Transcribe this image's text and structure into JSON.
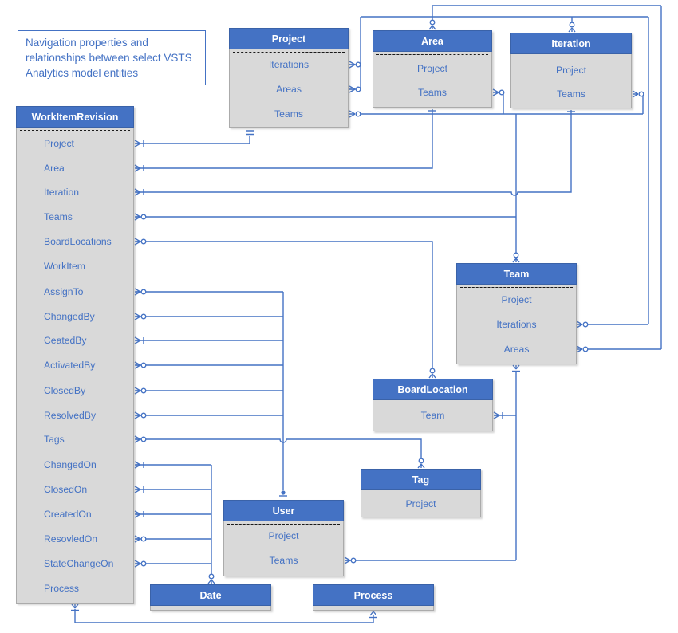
{
  "diagram": {
    "title": "Navigation properties and relationships between select VSTS Analytics model entities"
  },
  "colors": {
    "header_blue": "#4472C4",
    "body_gray": "#D9D9D9",
    "line_blue": "#4472C4",
    "field_text_blue": "#4472C4",
    "separator_black": "#1a1a1a"
  },
  "entities": [
    {
      "id": "workitemrevision",
      "name": "WorkItemRevision",
      "fields": [
        "Project",
        "Area",
        "Iteration",
        "Teams",
        "BoardLocations",
        "WorkItem",
        "AssignTo",
        "ChangedBy",
        "CeatedBy",
        "ActivatedBy",
        "ClosedBy",
        "ResolvedBy",
        "Tags",
        "ChangedOn",
        "ClosedOn",
        "CreatedOn",
        "ResovledOn",
        "StateChangeOn",
        "Process"
      ]
    },
    {
      "id": "project",
      "name": "Project",
      "fields": [
        "Iterations",
        "Areas",
        "Teams"
      ]
    },
    {
      "id": "area",
      "name": "Area",
      "fields": [
        "Project",
        "Teams"
      ]
    },
    {
      "id": "iteration",
      "name": "Iteration",
      "fields": [
        "Project",
        "Teams"
      ]
    },
    {
      "id": "team",
      "name": "Team",
      "fields": [
        "Project",
        "Iterations",
        "Areas"
      ]
    },
    {
      "id": "boardlocation",
      "name": "BoardLocation",
      "fields": [
        "Team"
      ]
    },
    {
      "id": "tag",
      "name": "Tag",
      "fields": [
        "Project"
      ]
    },
    {
      "id": "user",
      "name": "User",
      "fields": [
        "Project",
        "Teams"
      ]
    },
    {
      "id": "date",
      "name": "Date",
      "fields": []
    },
    {
      "id": "process",
      "name": "Process",
      "fields": []
    }
  ]
}
